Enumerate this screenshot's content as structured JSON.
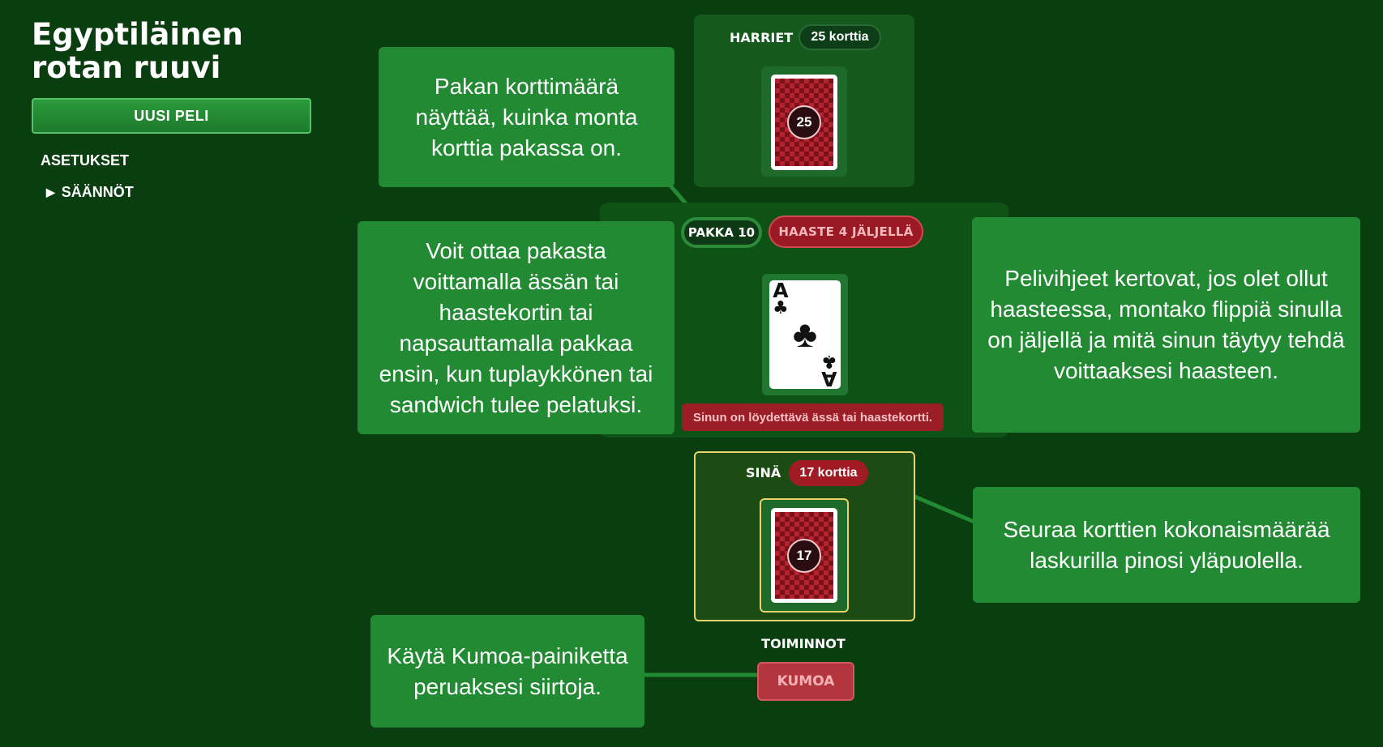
{
  "sidebar": {
    "title": "Egyptiläinen rotan ruuvi",
    "new_game": "UUSI PELI",
    "settings": "ASETUKSET",
    "rules": "SÄÄNNÖT"
  },
  "opponent": {
    "name": "HARRIET",
    "count_label": "25 korttia",
    "stack_count": "25"
  },
  "deck": {
    "label": "PAKKA 10"
  },
  "challenge": {
    "label": "HAASTE 4 JÄLJELLÄ"
  },
  "pile_card": {
    "rank": "A",
    "suit": "♣"
  },
  "hint": "Sinun on löydettävä ässä tai haastekortti.",
  "player": {
    "name": "SINÄ",
    "count_label": "17 korttia",
    "stack_count": "17"
  },
  "actions": {
    "label": "TOIMINNOT",
    "undo": "KUMOA"
  },
  "tips": {
    "deck_count": "Pakan korttimäärä näyttää, kuinka monta korttia pakassa on.",
    "take_deck": "Voit ottaa pakasta voittamalla ässän tai haastekortin tai napsauttamalla pakkaa ensin, kun tuplaykkönen tai sandwich tulee pelatuksi.",
    "game_hints": "Pelivihjeet kertovat, jos olet ollut haasteessa, montako flippiä sinulla on jäljellä ja mitä sinun täytyy tehdä voittaaksesi haasteen.",
    "card_total": "Seuraa korttien kokonaismäärää laskurilla pinosi yläpuolella.",
    "undo": "Käytä Kumoa-painiketta peruaksesi siirtoja."
  },
  "colors": {
    "background": "#0a3d0f",
    "tip_box": "#228a33",
    "challenge": "#9b1924",
    "highlight": "#e7d56b"
  }
}
